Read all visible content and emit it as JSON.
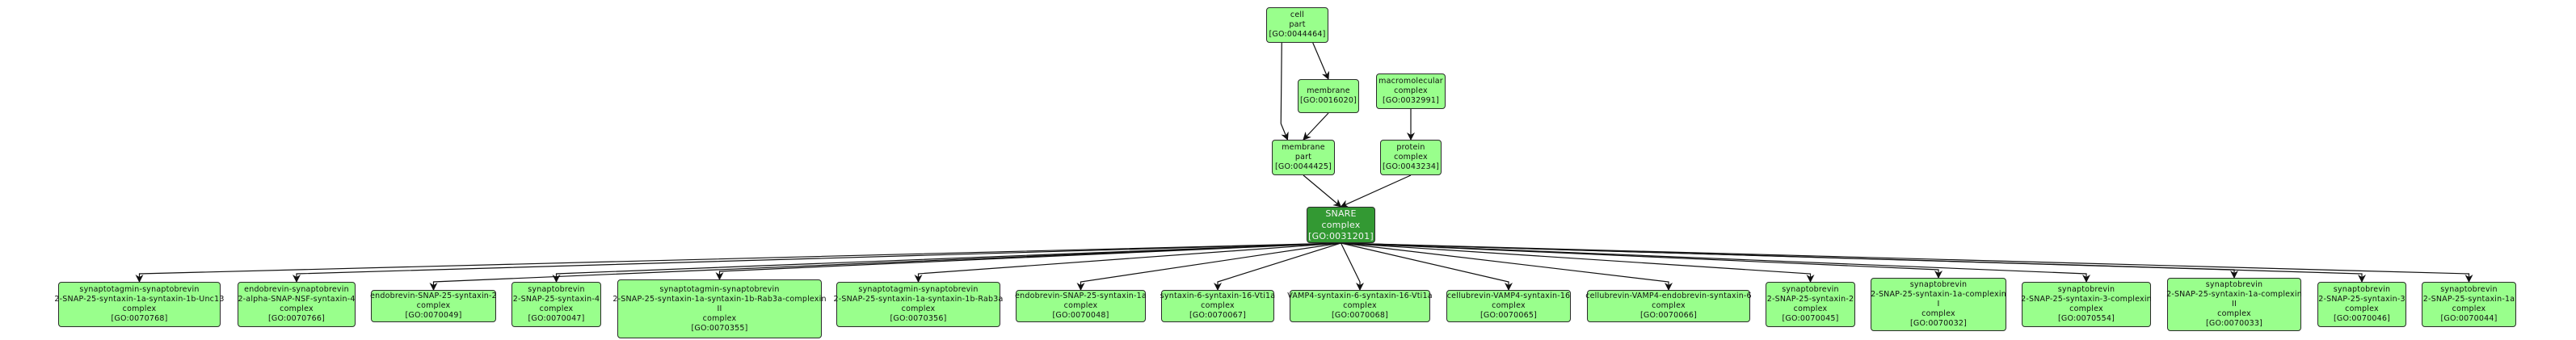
{
  "diagram": {
    "type": "GO term ancestry graph",
    "colors": {
      "node_fill": "#99ff8c",
      "focus_fill": "#339933",
      "focus_text": "#f4f4f4",
      "border": "#2b2b2b",
      "edge": "#111111"
    },
    "nodes": [
      {
        "id": "GO:0044464",
        "lines": [
          "cell",
          "part",
          "[GO:0044464]"
        ],
        "focus": false
      },
      {
        "id": "GO:0016020",
        "lines": [
          "membrane",
          "[GO:0016020]"
        ],
        "focus": false
      },
      {
        "id": "GO:0032991",
        "lines": [
          "macromolecular",
          "complex",
          "[GO:0032991]"
        ],
        "focus": false
      },
      {
        "id": "GO:0044425",
        "lines": [
          "membrane",
          "part",
          "[GO:0044425]"
        ],
        "focus": false
      },
      {
        "id": "GO:0043234",
        "lines": [
          "protein",
          "complex",
          "[GO:0043234]"
        ],
        "focus": false
      },
      {
        "id": "GO:0031201",
        "lines": [
          "SNARE",
          "complex",
          "[GO:0031201]"
        ],
        "focus": true
      },
      {
        "id": "GO:0070768",
        "lines": [
          "synaptotagmin-synaptobrevin",
          "2-SNAP-25-syntaxin-1a-syntaxin-1b-Unc13",
          "complex",
          "[GO:0070768]"
        ],
        "focus": false
      },
      {
        "id": "GO:0070766",
        "lines": [
          "endobrevin-synaptobrevin",
          "2-alpha-SNAP-NSF-syntaxin-4",
          "complex",
          "[GO:0070766]"
        ],
        "focus": false
      },
      {
        "id": "GO:0070049",
        "lines": [
          "endobrevin-SNAP-25-syntaxin-2",
          "complex",
          "[GO:0070049]"
        ],
        "focus": false
      },
      {
        "id": "GO:0070047",
        "lines": [
          "synaptobrevin",
          "2-SNAP-25-syntaxin-4",
          "complex",
          "[GO:0070047]"
        ],
        "focus": false
      },
      {
        "id": "GO:0070355",
        "lines": [
          "synaptotagmin-synaptobrevin",
          "2-SNAP-25-syntaxin-1a-syntaxin-1b-Rab3a-complexin",
          "II",
          "complex",
          "[GO:0070355]"
        ],
        "focus": false
      },
      {
        "id": "GO:0070356",
        "lines": [
          "synaptotagmin-synaptobrevin",
          "2-SNAP-25-syntaxin-1a-syntaxin-1b-Rab3a",
          "complex",
          "[GO:0070356]"
        ],
        "focus": false
      },
      {
        "id": "GO:0070048",
        "lines": [
          "endobrevin-SNAP-25-syntaxin-1a",
          "complex",
          "[GO:0070048]"
        ],
        "focus": false
      },
      {
        "id": "GO:0070067",
        "lines": [
          "syntaxin-6-syntaxin-16-Vti1a",
          "complex",
          "[GO:0070067]"
        ],
        "focus": false
      },
      {
        "id": "GO:0070068",
        "lines": [
          "VAMP4-syntaxin-6-syntaxin-16-Vti1a",
          "complex",
          "[GO:0070068]"
        ],
        "focus": false
      },
      {
        "id": "GO:0070065",
        "lines": [
          "cellubrevin-VAMP4-syntaxin-16",
          "complex",
          "[GO:0070065]"
        ],
        "focus": false
      },
      {
        "id": "GO:0070066",
        "lines": [
          "cellubrevin-VAMP4-endobrevin-syntaxin-6",
          "complex",
          "[GO:0070066]"
        ],
        "focus": false
      },
      {
        "id": "GO:0070045",
        "lines": [
          "synaptobrevin",
          "2-SNAP-25-syntaxin-2",
          "complex",
          "[GO:0070045]"
        ],
        "focus": false
      },
      {
        "id": "GO:0070032",
        "lines": [
          "synaptobrevin",
          "2-SNAP-25-syntaxin-1a-complexin",
          "I",
          "complex",
          "[GO:0070032]"
        ],
        "focus": false
      },
      {
        "id": "GO:0070554",
        "lines": [
          "synaptobrevin",
          "2-SNAP-25-syntaxin-3-complexin",
          "complex",
          "[GO:0070554]"
        ],
        "focus": false
      },
      {
        "id": "GO:0070033",
        "lines": [
          "synaptobrevin",
          "2-SNAP-25-syntaxin-1a-complexin",
          "II",
          "complex",
          "[GO:0070033]"
        ],
        "focus": false
      },
      {
        "id": "GO:0070046",
        "lines": [
          "synaptobrevin",
          "2-SNAP-25-syntaxin-3",
          "complex",
          "[GO:0070046]"
        ],
        "focus": false
      },
      {
        "id": "GO:0070044",
        "lines": [
          "synaptobrevin",
          "2-SNAP-25-syntaxin-1a",
          "complex",
          "[GO:0070044]"
        ],
        "focus": false
      }
    ],
    "edges": [
      [
        "GO:0044464",
        "GO:0016020"
      ],
      [
        "GO:0044464",
        "GO:0044425"
      ],
      [
        "GO:0016020",
        "GO:0044425"
      ],
      [
        "GO:0032991",
        "GO:0043234"
      ],
      [
        "GO:0044425",
        "GO:0031201"
      ],
      [
        "GO:0043234",
        "GO:0031201"
      ],
      [
        "GO:0031201",
        "GO:0070768"
      ],
      [
        "GO:0031201",
        "GO:0070766"
      ],
      [
        "GO:0031201",
        "GO:0070049"
      ],
      [
        "GO:0031201",
        "GO:0070047"
      ],
      [
        "GO:0031201",
        "GO:0070355"
      ],
      [
        "GO:0031201",
        "GO:0070356"
      ],
      [
        "GO:0031201",
        "GO:0070048"
      ],
      [
        "GO:0031201",
        "GO:0070067"
      ],
      [
        "GO:0031201",
        "GO:0070068"
      ],
      [
        "GO:0031201",
        "GO:0070065"
      ],
      [
        "GO:0031201",
        "GO:0070066"
      ],
      [
        "GO:0031201",
        "GO:0070045"
      ],
      [
        "GO:0031201",
        "GO:0070032"
      ],
      [
        "GO:0031201",
        "GO:0070554"
      ],
      [
        "GO:0031201",
        "GO:0070033"
      ],
      [
        "GO:0031201",
        "GO:0070046"
      ],
      [
        "GO:0031201",
        "GO:0070044"
      ]
    ]
  }
}
